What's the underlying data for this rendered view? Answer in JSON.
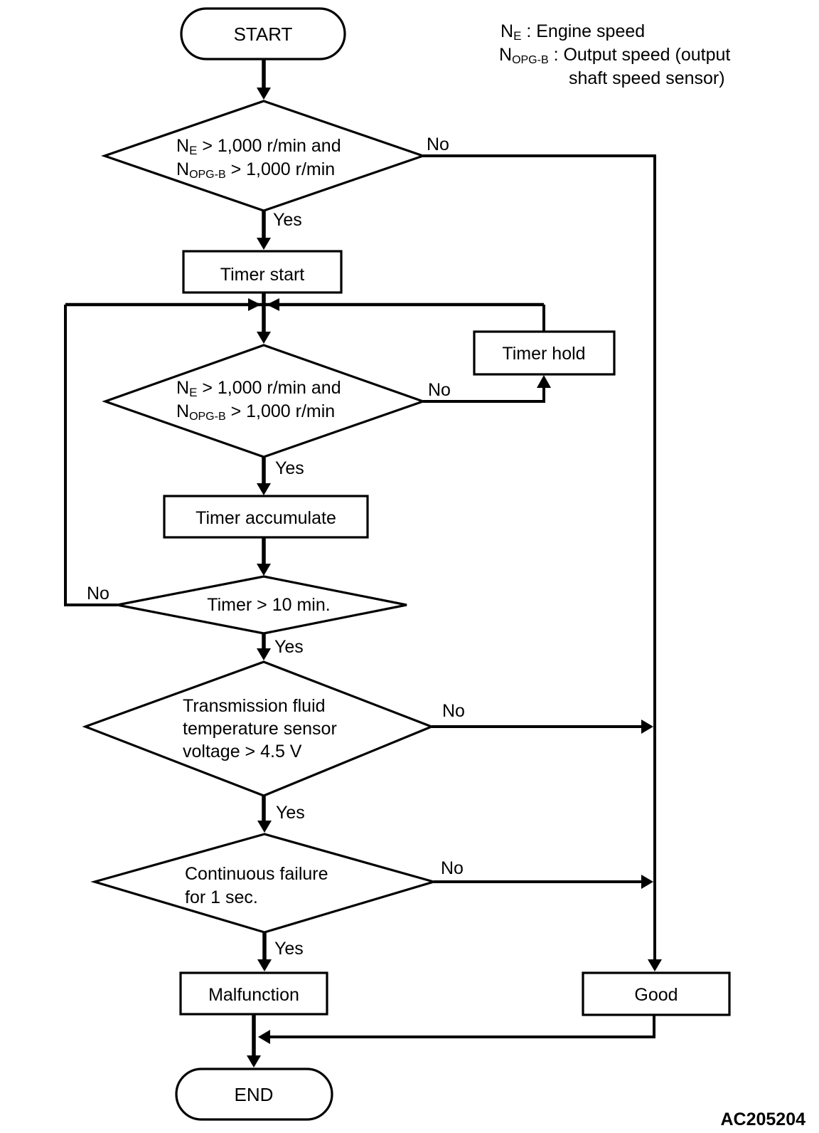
{
  "figure": {
    "id": "AC205204"
  },
  "colors": {
    "ink": "#000000",
    "paper": "#ffffff"
  },
  "labels": {
    "yes": "Yes",
    "no": "No"
  },
  "legend": {
    "engine": {
      "symbol": "N",
      "subscript": "E",
      "description": " : Engine speed"
    },
    "output": {
      "symbol": "N",
      "subscript": "OPG-B",
      "description": " : Output speed (output",
      "description2": "shaft speed sensor)"
    }
  },
  "nodes": {
    "start": "START",
    "speed_check_1": {
      "symbol": "N",
      "sub": "E",
      "rest": " > 1,000 r/min and",
      "symbol2": "N",
      "sub2": "OPG-B",
      "rest2": " > 1,000 r/min"
    },
    "timer_start": "Timer start",
    "speed_check_2": {
      "symbol": "N",
      "sub": "E",
      "rest": " > 1,000 r/min and",
      "symbol2": "N",
      "sub2": "OPG-B",
      "rest2": " > 1,000 r/min"
    },
    "timer_hold": "Timer hold",
    "timer_accumulate": "Timer accumulate",
    "timer_check": "Timer > 10 min.",
    "fluid_temp_check": {
      "line1": "Transmission fluid",
      "line2": "temperature sensor",
      "line3": "voltage > 4.5 V"
    },
    "continuous_failure_check": {
      "line1": "Continuous failure",
      "line2": "for 1 sec."
    },
    "malfunction": "Malfunction",
    "good": "Good",
    "end": "END"
  }
}
